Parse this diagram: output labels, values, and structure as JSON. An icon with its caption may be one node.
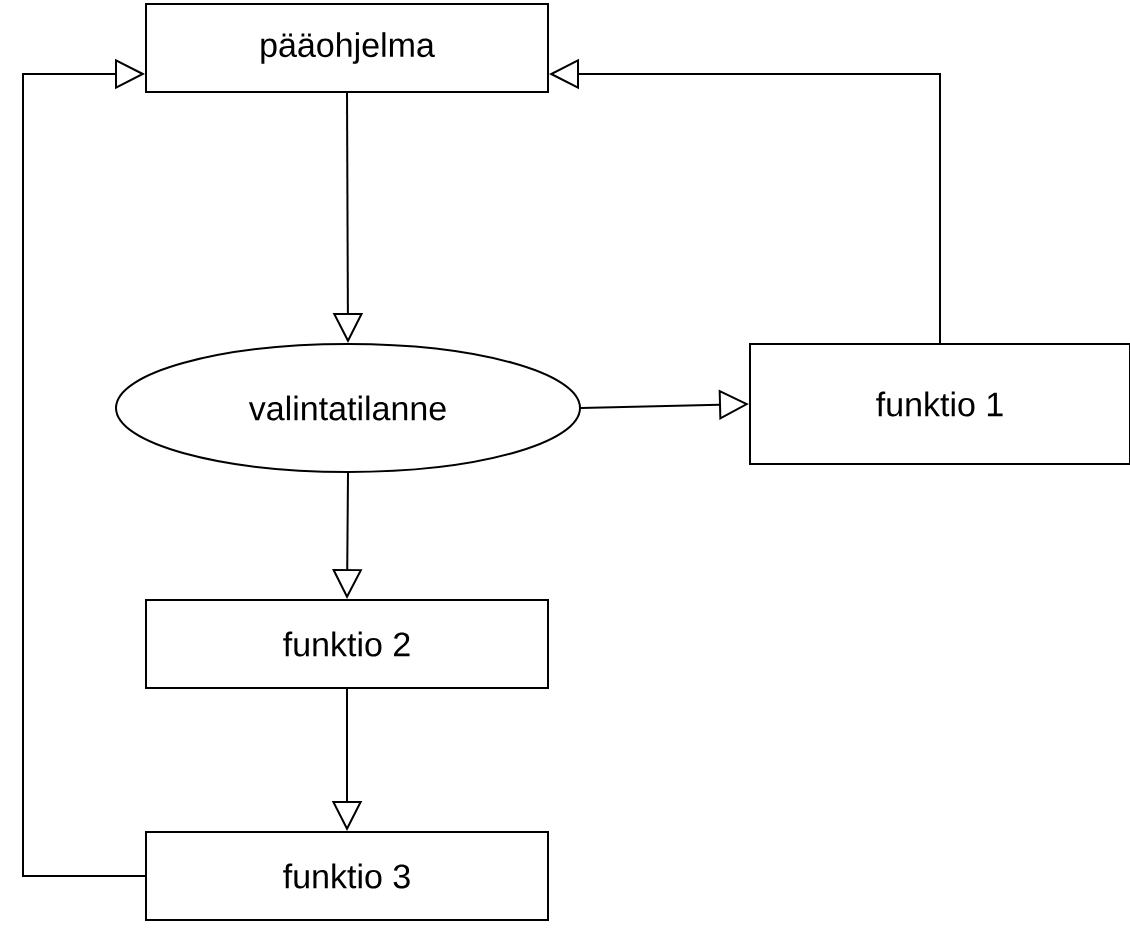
{
  "diagram": {
    "nodes": [
      {
        "text": [
          "pääohjelma"
        ]
      },
      {
        "text": [
          "valintatilanne"
        ]
      },
      {
        "text": [
          "funktio 1"
        ]
      },
      {
        "text": [
          "funktio 2"
        ]
      },
      {
        "text": [
          "funktio 3"
        ]
      }
    ],
    "edges": [
      {
        "from": 0,
        "to": 1,
        "arrow": "to"
      },
      {
        "from": 1,
        "to": 2,
        "arrow": "to"
      },
      {
        "from": 2,
        "to": 0,
        "arrow": "to"
      },
      {
        "from": 1,
        "to": 3,
        "arrow": "to"
      },
      {
        "from": 3,
        "to": 4,
        "arrow": "to"
      },
      {
        "from": 4,
        "to": 0,
        "arrow": "to"
      }
    ]
  }
}
